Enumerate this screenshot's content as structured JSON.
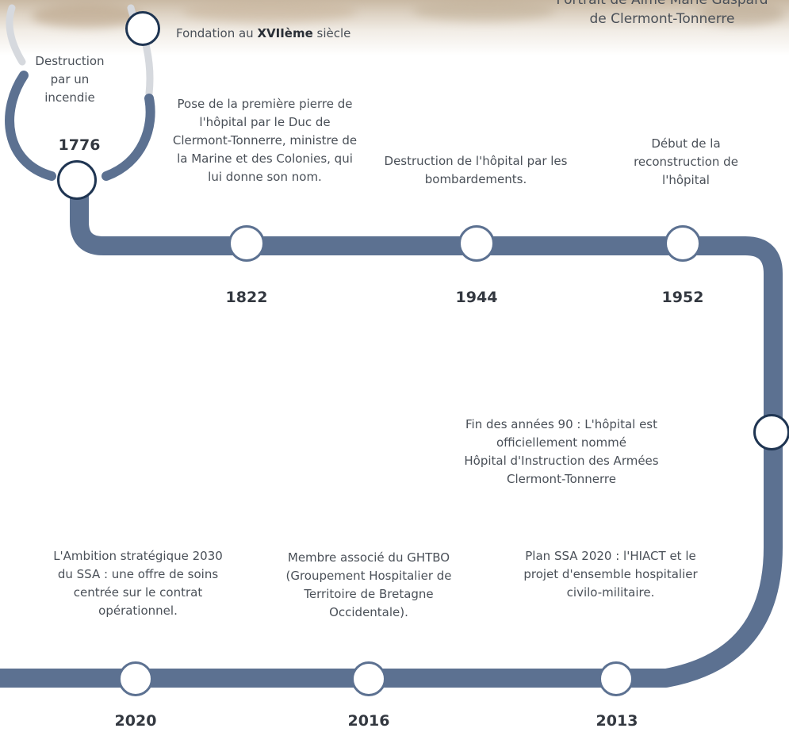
{
  "header": {
    "portrait_caption": "Portrait de Aimé Marie Gaspard de Clermont-Tonnerre"
  },
  "colors": {
    "track": "#5c7191",
    "track_light": "#d6d9de",
    "node_border_dark": "#1f3552"
  },
  "events": [
    {
      "id": "fondation",
      "prefix": "Fondation au ",
      "bold": "XVIIème",
      "suffix": " siècle"
    },
    {
      "id": "incendie",
      "text": "Destruction par un incendie",
      "year": "1776"
    },
    {
      "id": "1822",
      "text": "Pose de la première pierre de l'hôpital par le Duc de Clermont-Tonnerre, ministre de la Marine et des Colonies, qui lui donne son nom.",
      "year": "1822"
    },
    {
      "id": "1944",
      "text": "Destruction de l'hôpital par les bombardements.",
      "year": "1944"
    },
    {
      "id": "1952",
      "text": "Début de la reconstruction de l'hôpital",
      "year": "1952"
    },
    {
      "id": "90s",
      "line1": "Fin des années 90 : L'hôpital est officiellement nommé",
      "line2": "Hôpital d'Instruction des Armées Clermont-Tonnerre"
    },
    {
      "id": "2013",
      "text": "Plan SSA 2020 : l'HIACT et le projet d'ensemble hospitalier civilo-militaire.",
      "year": "2013"
    },
    {
      "id": "2016",
      "text": "Membre associé du GHTBO (Groupement Hospitalier de Territoire de Bretagne Occidentale).",
      "year": "2016"
    },
    {
      "id": "2020",
      "text": "L'Ambition stratégique 2030 du SSA : une offre de soins centrée sur le contrat opérationnel.",
      "year": "2020"
    }
  ]
}
